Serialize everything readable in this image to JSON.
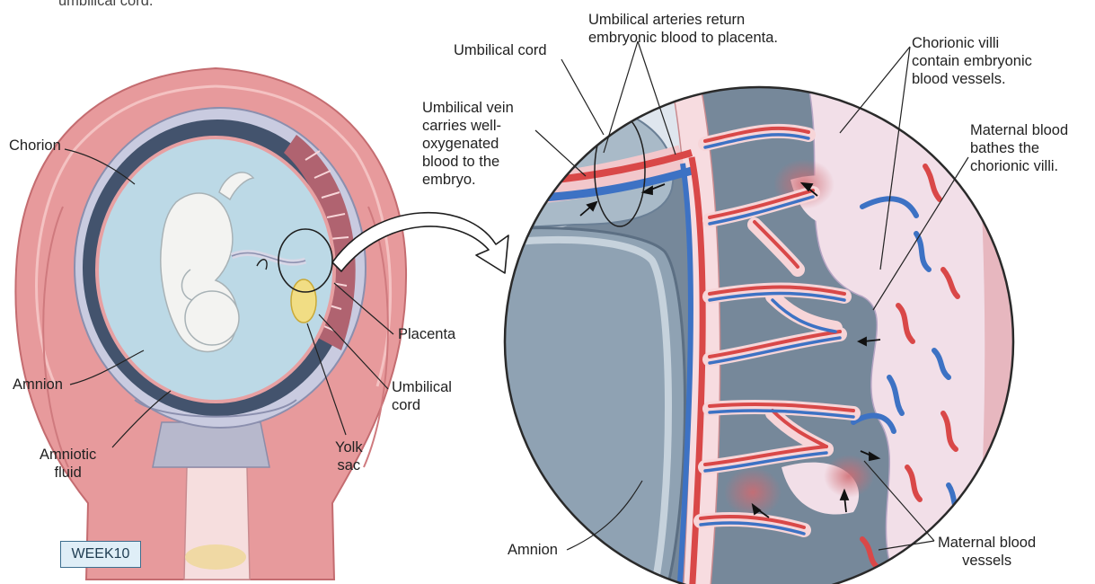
{
  "diagram": {
    "top_cut_text": "umbilical cord.",
    "week_label": "WEEK10",
    "left_labels": {
      "chorion": "Chorion",
      "amnion": "Amnion",
      "amniotic_fluid": "Amniotic\nfluid",
      "placenta": "Placenta",
      "umbilical_cord": "Umbilical\ncord",
      "yolk_sac": "Yolk\nsac"
    },
    "right_labels": {
      "umbilical_arteries": "Umbilical arteries return\nembryonic blood to placenta.",
      "umbilical_cord": "Umbilical cord",
      "umbilical_vein": "Umbilical vein\ncarries well-\noxygenated\nblood to the\nembryo.",
      "chorionic_villi": "Chorionic villi\ncontain embryonic\nblood vessels.",
      "maternal_blood": "Maternal blood\nbathes the\nchorionic villi.",
      "amnion": "Amnion",
      "maternal_vessels": "Maternal blood\nvessels"
    }
  },
  "colors": {
    "uterine_wall": "#e79a9c",
    "amniotic_fluid": "#bcd9e6",
    "maternal_blood_pool": "#f2dfe8",
    "intervillous_space": "#76889a",
    "artery": "#d94848",
    "vein": "#3d72c4",
    "label_text": "#222222"
  }
}
